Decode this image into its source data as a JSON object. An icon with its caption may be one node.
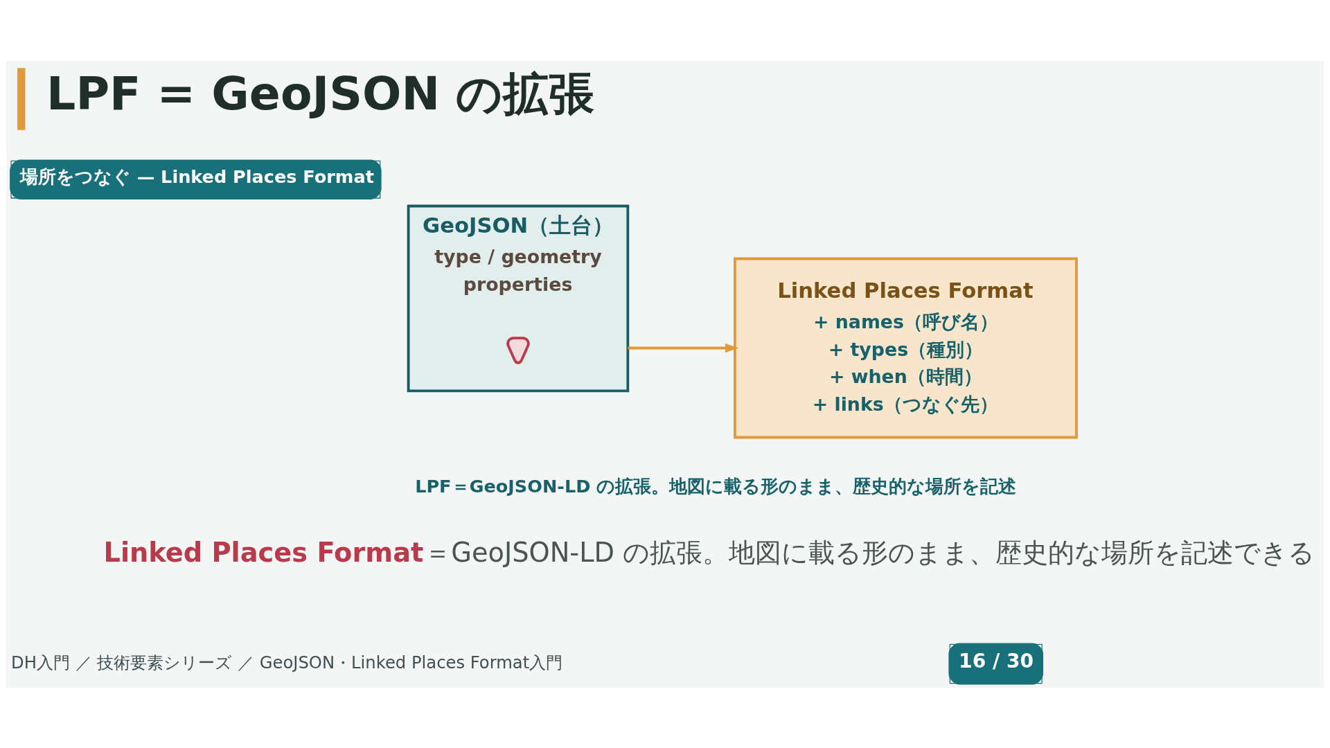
{
  "diagram": {
    "title": "LPF = GeoJSON の拡張",
    "caption": "LPF＝GeoJSON-LD の拡張。地図に載る形のまま、歴史的な場所を記述",
    "nodes": [
      {
        "text": [
          "GeoJSON（土台）",
          "type / geometry",
          "properties"
        ]
      },
      {
        "text": [],
        "shape": "pin",
        "in": 0
      },
      {
        "text": [
          "Linked Places Format",
          "+ names（呼び名）",
          "+ types（種別）",
          "+ when（時間）",
          "+ links（つなぐ先）"
        ]
      }
    ],
    "edges": [
      {
        "from": 0,
        "to": 2,
        "arrow": "to"
      }
    ],
    "labels": [
      "場所をつなぐ — Linked Places Format",
      "**Linked Places Format**＝GeoJSON-LD の拡張。地図に載る形のまま、歴史的な場所を記述できる",
      "DH入門 ／ 技術要素シリーズ ／ GeoJSON・Linked Places Format入門",
      "16 / 30"
    ]
  }
}
